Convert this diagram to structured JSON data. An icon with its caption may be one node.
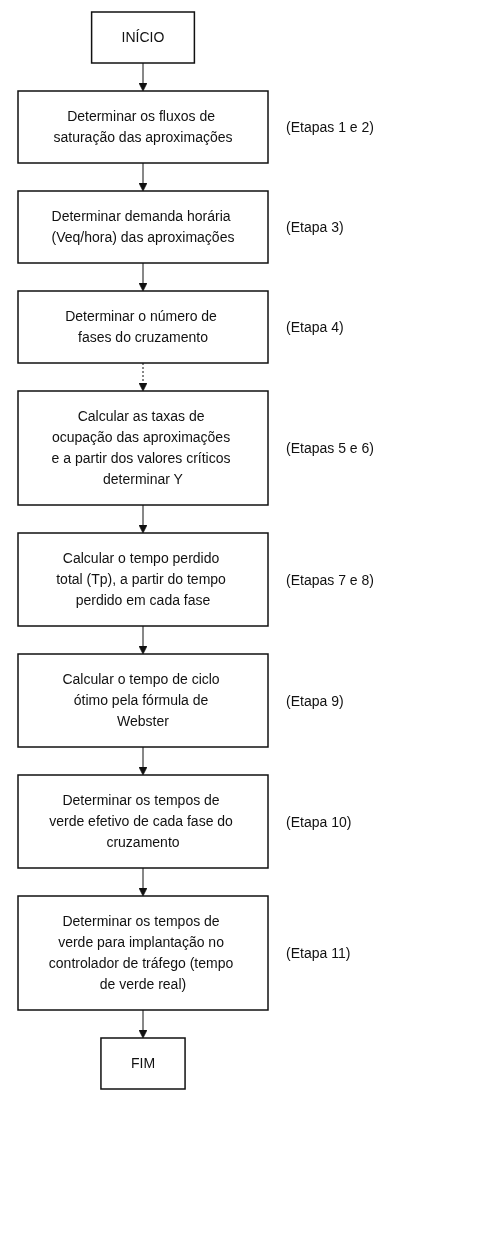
{
  "diagram": {
    "nodes": [
      {
        "text": [
          "INÍCIO"
        ]
      },
      {
        "text": [
          "Determinar os fluxos de saturação das aproximações"
        ],
        "beside": [
          "(Etapas 1 e 2)"
        ]
      },
      {
        "text": [
          "Determinar demanda horária (Veq/hora) das aproximações"
        ],
        "beside": [
          "(Etapa 3)"
        ]
      },
      {
        "text": [
          "Determinar o número de fases do cruzamento"
        ],
        "beside": [
          "(Etapa 4)"
        ]
      },
      {
        "text": [
          "Calcular as taxas de ocupação das aproximações e a partir dos valores críticos determinar Y"
        ],
        "beside": [
          "(Etapas 5 e 6)"
        ]
      },
      {
        "text": [
          "Calcular o tempo perdido total (Tp), a partir do tempo perdido em cada fase"
        ],
        "beside": [
          "(Etapas 7 e 8)"
        ]
      },
      {
        "text": [
          "Calcular o tempo de ciclo ótimo pela fórmula de Webster"
        ],
        "beside": [
          "(Etapa 9)"
        ]
      },
      {
        "text": [
          "Determinar os tempos de verde efetivo de cada fase do cruzamento"
        ],
        "beside": [
          "(Etapa 10)"
        ]
      },
      {
        "text": [
          "Determinar os tempos de verde para implantação no controlador de tráfego (tempo de verde real)"
        ],
        "beside": [
          "(Etapa 11)"
        ]
      },
      {
        "text": [
          "FIM"
        ]
      }
    ],
    "edges": [
      {
        "from": 0,
        "to": 1,
        "arrow": "to"
      },
      {
        "from": 1,
        "to": 2,
        "arrow": "to"
      },
      {
        "from": 2,
        "to": 3,
        "arrow": "to"
      },
      {
        "from": 3,
        "to": 4,
        "arrow": "to",
        "style": "dashed"
      },
      {
        "from": 4,
        "to": 5,
        "arrow": "to"
      },
      {
        "from": 5,
        "to": 6,
        "arrow": "to"
      },
      {
        "from": 6,
        "to": 7,
        "arrow": "to"
      },
      {
        "from": 7,
        "to": 8,
        "arrow": "to"
      },
      {
        "from": 8,
        "to": 9,
        "arrow": "to"
      }
    ]
  }
}
